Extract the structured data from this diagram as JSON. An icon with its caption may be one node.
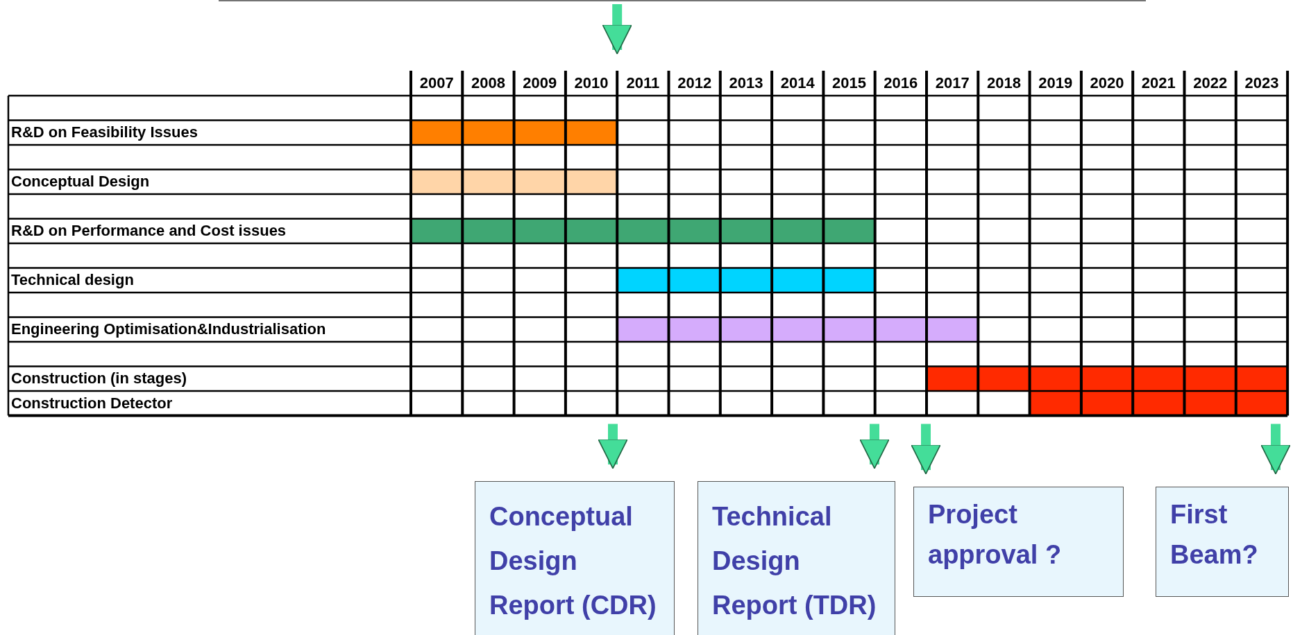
{
  "diagram": {
    "nodes": [
      {
        "text": [
          "Conceptual Design Report (CDR)"
        ]
      },
      {
        "text": [
          "Technical Design Report (TDR)"
        ]
      },
      {
        "text": [
          "Project approval ?"
        ]
      },
      {
        "text": [
          "First Beam?"
        ]
      }
    ],
    "edges": [
      {
        "from": null,
        "to": 0,
        "arrow": "to"
      },
      {
        "from": null,
        "to": 1,
        "arrow": "to"
      },
      {
        "from": null,
        "to": 2,
        "arrow": "to"
      },
      {
        "from": null,
        "to": 3,
        "arrow": "to"
      }
    ],
    "labels": [
      "2007",
      "2008",
      "2009",
      "2010",
      "2011",
      "2012",
      "2013",
      "2014",
      "2015",
      "2016",
      "2017",
      "2018",
      "2019",
      "2020",
      "2021",
      "2022",
      "2023",
      "R&D on Feasibility Issues",
      "Conceptual Design",
      "R&D on Performance and Cost issues",
      "Technical design",
      "Engineering Optimisation&Industrialisation",
      "Construction (in stages)",
      "Construction Detector"
    ]
  }
}
